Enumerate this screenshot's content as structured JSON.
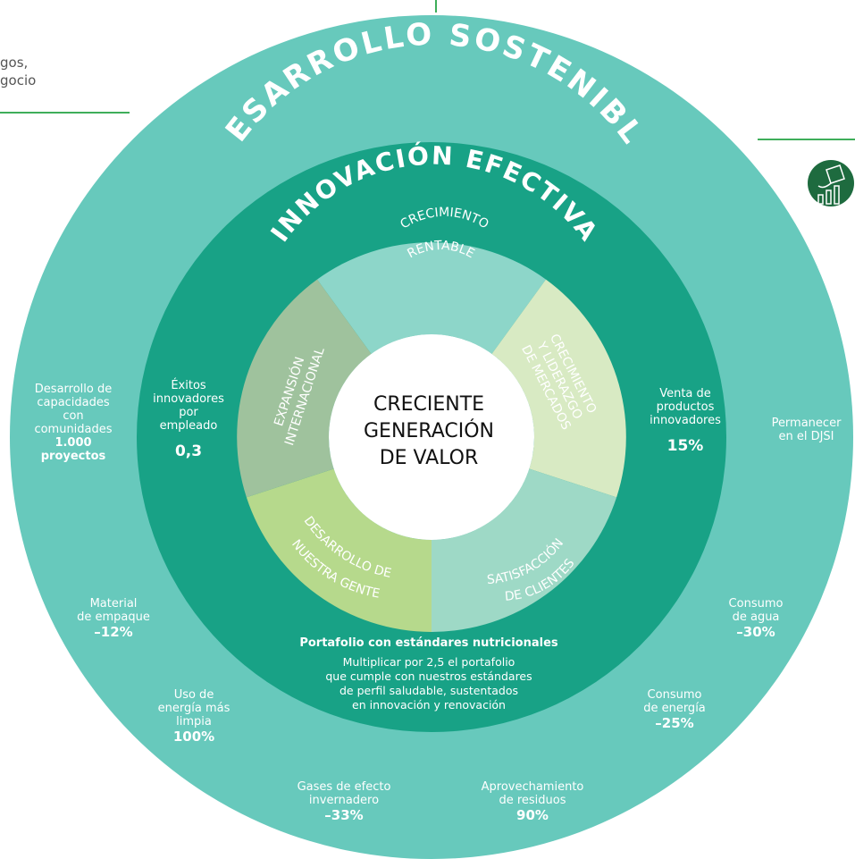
{
  "corner_text": {
    "line1": "gos,",
    "line2": "gocio"
  },
  "outer_title": "DESARROLLO SOSTENIBLE",
  "middle_title": "INNOVACIÓN EFECTIVA",
  "center": {
    "line1": "CRECIENTE",
    "line2": "GENERACIÓN",
    "line3": "DE VALOR"
  },
  "segments": [
    {
      "line1": "CRECIMIENTO",
      "line2": "RENTABLE"
    },
    {
      "line1": "CRECIMIENTO",
      "line2": "Y LIDERAZGO",
      "line3": "DE MERCADOS"
    },
    {
      "line1": "SATISFACCIÓN",
      "line2": "DE CLIENTES"
    },
    {
      "line1": "DESARROLLO DE",
      "line2": "NUESTRA GENTE"
    },
    {
      "line1": "EXPANSIÓN",
      "line2": "INTERNACIONAL"
    }
  ],
  "innovation_metrics": {
    "left": {
      "line1": "Éxitos",
      "line2": "innovadores",
      "line3": "por",
      "line4": "empleado",
      "value": "0,3"
    },
    "right": {
      "line1": "Venta de",
      "line2": "productos",
      "line3": "innovadores",
      "value": "15%"
    }
  },
  "portfolio": {
    "title": "Portafolio con estándares nutricionales",
    "line1": "Multiplicar por 2,5 el portafolio",
    "line2": "que cumple con nuestros estándares",
    "line3": "de perfil saludable, sustentados",
    "line4": "en innovación y renovación"
  },
  "sustainability": {
    "comunidades": {
      "line1": "Desarrollo de",
      "line2": "capacidades",
      "line3": "con",
      "line4": "comunidades",
      "value1": "1.000",
      "value2": "proyectos"
    },
    "djsi": {
      "line1": "Permanecer",
      "line2": "en el DJSI"
    },
    "empaque": {
      "line1": "Material",
      "line2": "de empaque",
      "value": "–12%"
    },
    "agua": {
      "line1": "Consumo",
      "line2": "de agua",
      "value": "–30%"
    },
    "energia_limpia": {
      "line1": "Uso de",
      "line2": "energía más",
      "line3": "limpia",
      "value": "100%"
    },
    "consumo_energia": {
      "line1": "Consumo",
      "line2": "de energía",
      "value": "–25%"
    },
    "gases": {
      "line1": "Gases de efecto",
      "line2": "invernadero",
      "value": "–33%"
    },
    "residuos": {
      "line1": "Aprovechamiento",
      "line2": "de residuos",
      "value": "90%"
    }
  },
  "colors": {
    "outer_ring": "#67c9bc",
    "middle_ring": "#18a286",
    "seg_crecimiento": "#8dd6c9",
    "seg_liderazgo": "#d8eac3",
    "seg_satisfaccion": "#9ed9c6",
    "seg_gente": "#b6d98c",
    "seg_expansion": "#9fc29d",
    "line_green": "#3fae5a",
    "icon_bg": "#1e6b3f"
  },
  "icon": "kite-chart-icon"
}
